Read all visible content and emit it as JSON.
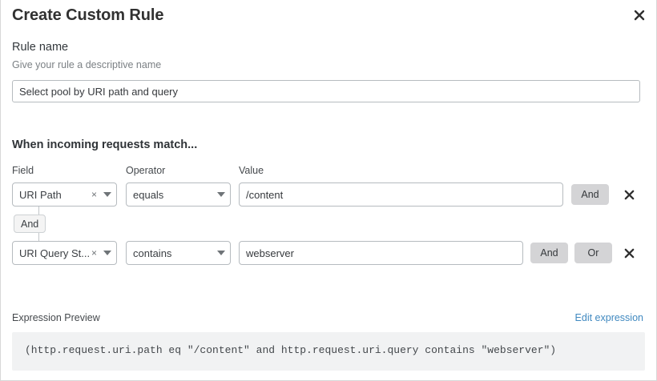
{
  "dialog": {
    "title": "Create Custom Rule",
    "close_icon": "close-icon"
  },
  "rule_name": {
    "label": "Rule name",
    "hint": "Give your rule a descriptive name",
    "value": "Select pool by URI path and query",
    "placeholder": ""
  },
  "conditions_section": {
    "heading": "When incoming requests match...",
    "columns": {
      "field": "Field",
      "operator": "Operator",
      "value": "Value"
    },
    "connector": {
      "label": "And"
    },
    "rows": [
      {
        "field": "URI Path",
        "field_clear_icon": "clear-x-icon",
        "field_caret_icon": "chevron-down-icon",
        "operator": "equals",
        "operator_caret_icon": "chevron-down-icon",
        "value": "/content",
        "value_placeholder": "",
        "and_label": "And",
        "delete_icon": "close-icon"
      },
      {
        "field": "URI Query St...",
        "field_clear_icon": "clear-x-icon",
        "field_caret_icon": "chevron-down-icon",
        "operator": "contains",
        "operator_caret_icon": "chevron-down-icon",
        "value": "webserver",
        "value_placeholder": "",
        "and_label": "And",
        "or_label": "Or",
        "delete_icon": "close-icon"
      }
    ]
  },
  "expression_preview": {
    "label": "Expression Preview",
    "edit_link": "Edit expression",
    "expression": "(http.request.uri.path eq \"/content\" and http.request.uri.query contains \"webserver\")"
  },
  "colors": {
    "link": "#4089c0",
    "logic_button_bg": "#d4d4d6",
    "connector_badge_bg": "#f4f4f4",
    "code_bg": "#f1f2f3",
    "border": "#b6bbbf"
  }
}
